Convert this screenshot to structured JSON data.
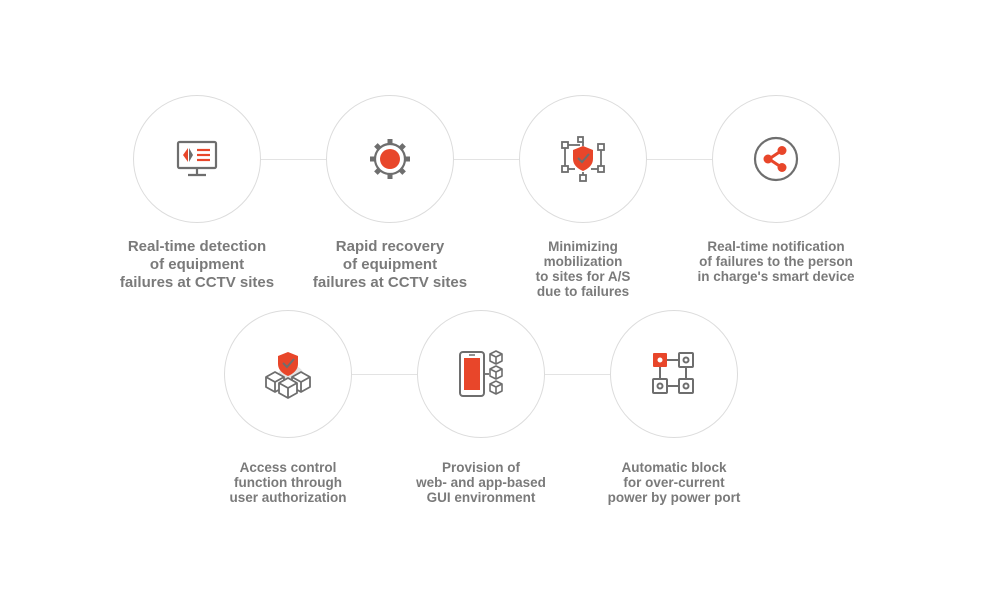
{
  "colors": {
    "accent": "#e8462a",
    "stroke": "#6e6e6e",
    "circle_border": "#dcdcdc",
    "connector": "#e3e3e3",
    "caption": "#7a7a7a"
  },
  "row1": [
    {
      "icon": "monitor-icon",
      "lines": [
        "Real-time detection",
        "of equipment",
        "failures at CCTV sites"
      ]
    },
    {
      "icon": "gear-icon",
      "lines": [
        "Rapid recovery",
        "of equipment",
        "failures at CCTV sites"
      ]
    },
    {
      "icon": "shield-network-icon",
      "lines": [
        "Minimizing",
        "mobilization",
        "to sites for A/S",
        "due to failures"
      ]
    },
    {
      "icon": "share-icon",
      "lines": [
        "Real-time notification",
        "of failures to the person",
        "in charge's smart device"
      ]
    }
  ],
  "row2": [
    {
      "icon": "shield-cubes-icon",
      "lines": [
        "Access control",
        "function through",
        "user authorization"
      ]
    },
    {
      "icon": "mobile-cubes-icon",
      "lines": [
        "Provision of",
        "web- and app-based",
        "GUI environment"
      ]
    },
    {
      "icon": "circuit-block-icon",
      "lines": [
        "Automatic block",
        "for over-current",
        "power by power port"
      ]
    }
  ]
}
